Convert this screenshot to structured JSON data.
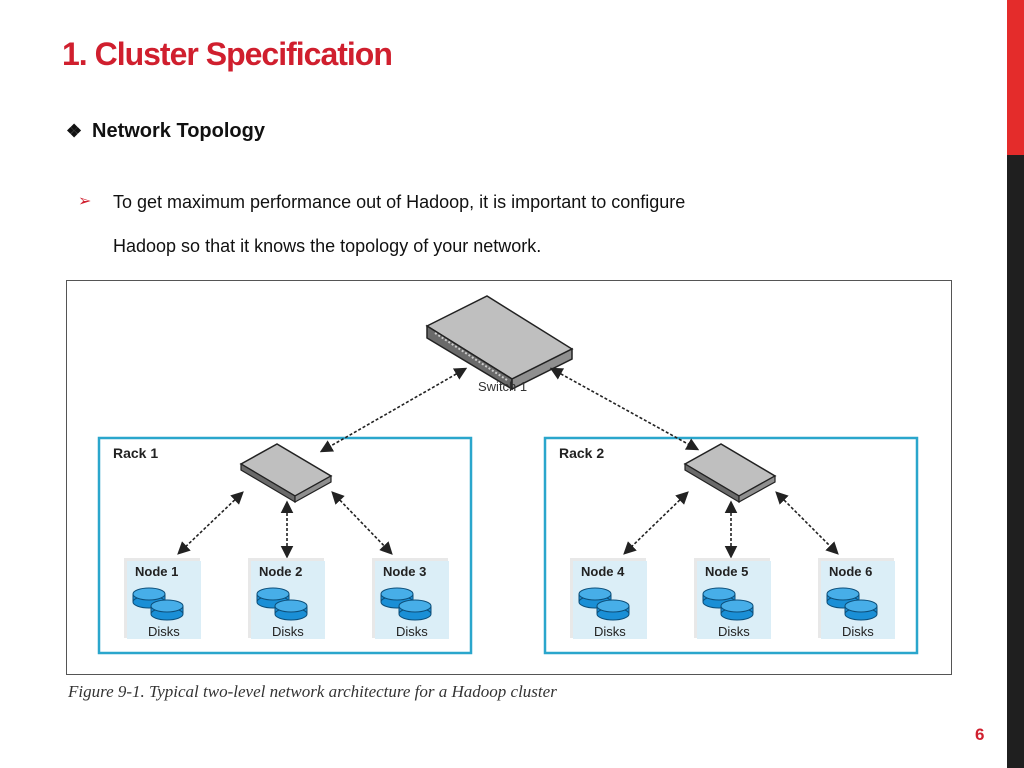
{
  "slide": {
    "title": "1. Cluster Specification",
    "section_heading": "Network Topology",
    "bullet_text_line1": "To get maximum performance out of Hadoop, it is important to configure",
    "bullet_text_line2": "Hadoop so that it knows the topology of your network.",
    "figure_caption": "Figure 9-1. Typical two-level network architecture for a Hadoop cluster",
    "page_number": "6",
    "colors": {
      "title": "#d01f2e",
      "side_bar_top": "#e42c2b",
      "side_bar_bottom": "#1f1f1f",
      "rack_border": "#2aa6cc",
      "node_bg": "#dbeef7",
      "disk": "#1a8fd6"
    },
    "icons": {
      "section_bullet": "diamond-cluster-icon",
      "list_bullet": "arrow-bullet-icon"
    }
  },
  "diagram": {
    "switch_label": "Switch 1",
    "racks": [
      {
        "label": "Rack 1",
        "nodes": [
          {
            "name": "Node 1",
            "disks_label": "Disks"
          },
          {
            "name": "Node 2",
            "disks_label": "Disks"
          },
          {
            "name": "Node 3",
            "disks_label": "Disks"
          }
        ]
      },
      {
        "label": "Rack 2",
        "nodes": [
          {
            "name": "Node 4",
            "disks_label": "Disks"
          },
          {
            "name": "Node 5",
            "disks_label": "Disks"
          },
          {
            "name": "Node 6",
            "disks_label": "Disks"
          }
        ]
      }
    ]
  }
}
